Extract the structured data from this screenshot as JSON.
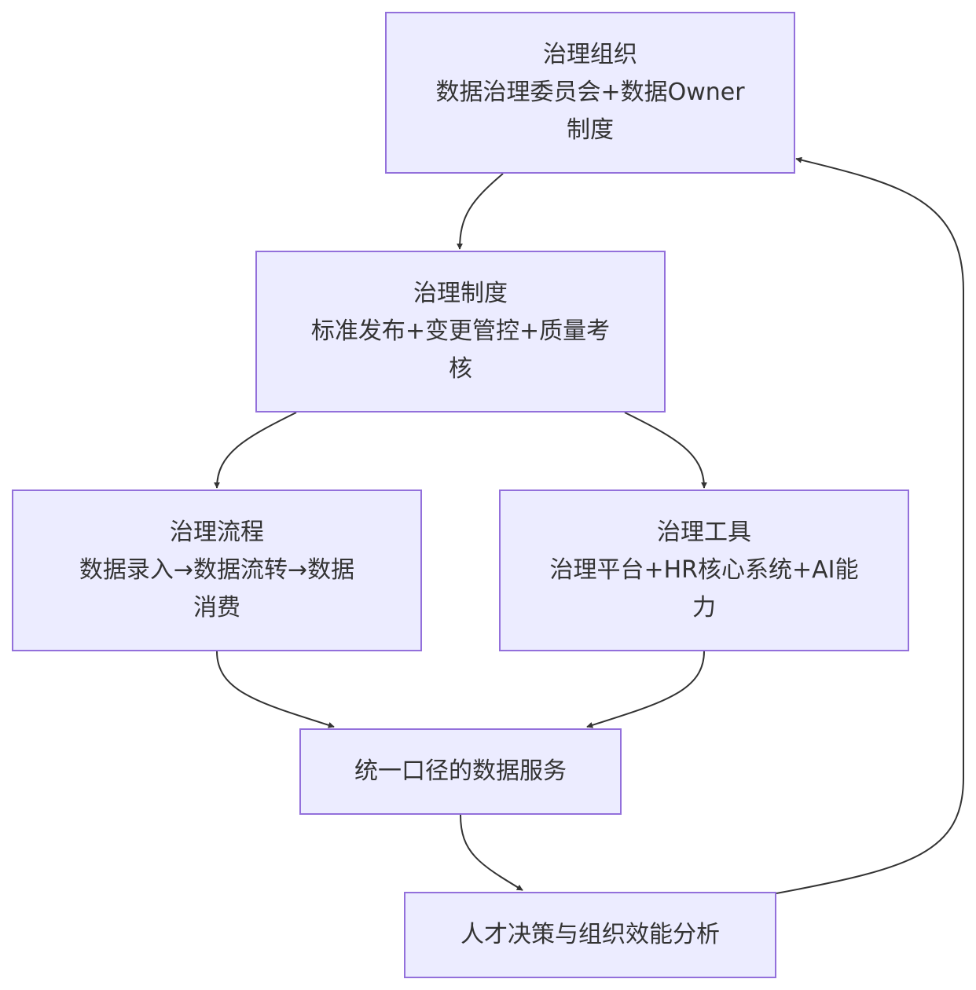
{
  "nodes": {
    "org": {
      "lines": [
        "治理组织",
        "数据治理委员会+数据Owner",
        "制度"
      ]
    },
    "rule": {
      "lines": [
        "治理制度",
        "标准发布+变更管控+质量考",
        "核"
      ]
    },
    "flow": {
      "lines": [
        "治理流程",
        "数据录入→数据流转→数据",
        "消费"
      ]
    },
    "tool": {
      "lines": [
        "治理工具",
        "治理平台+HR核心系统+AI能",
        "力"
      ]
    },
    "svc": {
      "lines": [
        "统一口径的数据服务"
      ]
    },
    "dec": {
      "lines": [
        "人才决策与组织效能分析"
      ]
    }
  },
  "edges": [
    {
      "from": "org",
      "to": "rule"
    },
    {
      "from": "rule",
      "to": "flow"
    },
    {
      "from": "rule",
      "to": "tool"
    },
    {
      "from": "flow",
      "to": "svc"
    },
    {
      "from": "tool",
      "to": "svc"
    },
    {
      "from": "svc",
      "to": "dec"
    },
    {
      "from": "dec",
      "to": "org"
    }
  ],
  "colors": {
    "node_fill": "#ececff",
    "node_border": "#9370db",
    "edge": "#333333",
    "text": "#333333"
  }
}
